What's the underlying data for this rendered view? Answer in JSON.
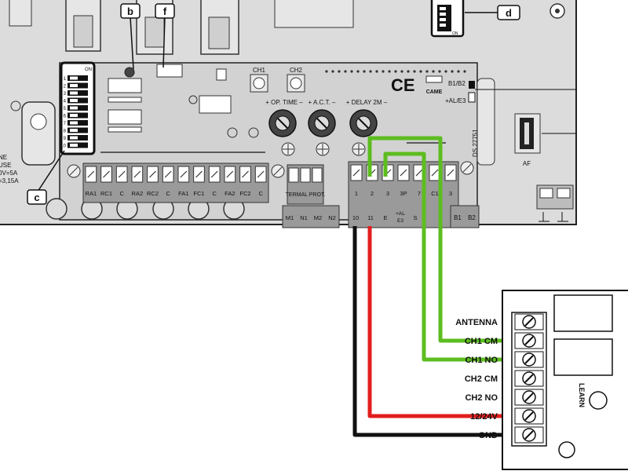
{
  "callouts": {
    "b": "b",
    "f": "f",
    "c": "c",
    "d": "d"
  },
  "board": {
    "buttons": {
      "ch1": "CH1",
      "ch2": "CH2"
    },
    "trimmers": {
      "op_time": "+ OP. TIME –",
      "act": "+ A.C.T. –",
      "delay": "+ DELAY 2M –"
    },
    "ce_mark": "CE",
    "brand": "CAME",
    "b1b2": "B1/B2",
    "al_e3": "+AL/E3",
    "model": "DS 27751",
    "af": "AF",
    "fuse_lines": [
      "NE",
      "USE",
      "0V=5A",
      "=3,15A"
    ],
    "upper_terminals": [
      "RA1",
      "RC1",
      "C",
      "RA2",
      "RC2",
      "C",
      "FA1",
      "FC1",
      "C",
      "FA2",
      "FC2",
      "C"
    ],
    "termal_prot": "TERMAL PROT.",
    "motor_terminals": [
      "M1",
      "N1",
      "M2",
      "N2"
    ],
    "input_terminals": [
      "1",
      "2",
      "3",
      "3P",
      "7",
      "C1",
      "3"
    ],
    "lower_terminals": [
      "10",
      "11",
      "E",
      "+AL E3",
      "S"
    ],
    "b_terminals": [
      "B1",
      "B2"
    ],
    "dip_numbers": [
      "1",
      "2",
      "3",
      "4",
      "5",
      "6",
      "7",
      "8",
      "9",
      "10"
    ],
    "dip_on": "ON",
    "dip_d_on": "ON"
  },
  "receiver": {
    "terminals": [
      "ANTENNA",
      "CH1 CM",
      "CH1 NO",
      "CH2 CM",
      "CH2 NO",
      "12/24V",
      "GND"
    ],
    "learn": "LEARN"
  },
  "wire_colors": {
    "green": "#5cbd1f",
    "red": "#e21d1d",
    "black": "#111111"
  }
}
